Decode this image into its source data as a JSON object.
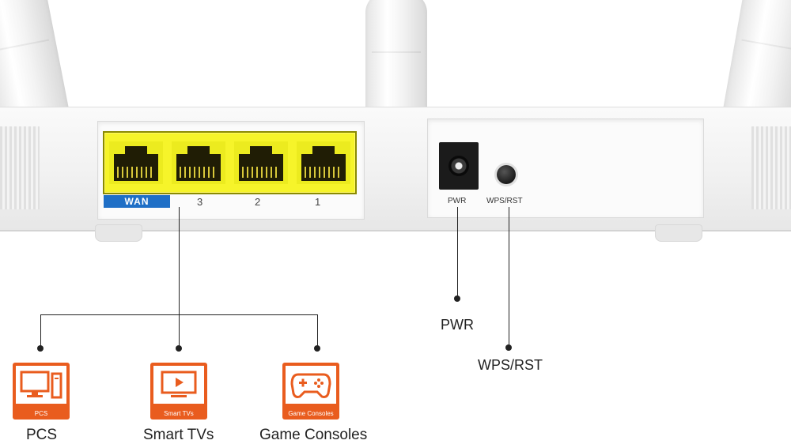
{
  "router": {
    "ports": {
      "wan_label": "WAN",
      "lan_numbers": [
        "3",
        "2",
        "1"
      ]
    },
    "power_label": "PWR",
    "wps_rst_label": "WPS/RST"
  },
  "devices": [
    {
      "icon": "pc-icon",
      "badge": "PCS",
      "caption": "PCS"
    },
    {
      "icon": "tv-icon",
      "badge": "Smart TVs",
      "caption": "Smart TVs"
    },
    {
      "icon": "gamepad-icon",
      "badge": "Game Consoles",
      "caption": "Game Consoles"
    }
  ],
  "callouts": {
    "pwr": "PWR",
    "wps_rst": "WPS/RST"
  },
  "colors": {
    "port_yellow": "#f6f42a",
    "wan_blue": "#1f6fc6",
    "badge_orange": "#e95c1e"
  }
}
